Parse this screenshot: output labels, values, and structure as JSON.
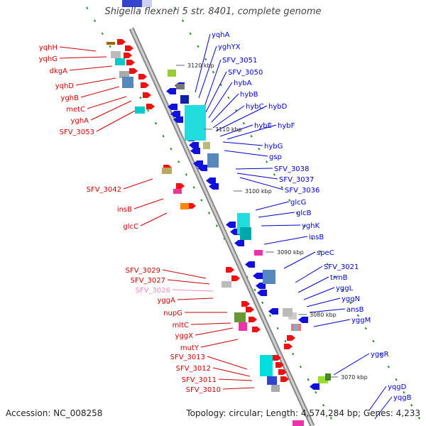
{
  "title": "Shigella flexneri 5 str. 8401, complete genome",
  "footer": {
    "accession": "Accession: NC_008258",
    "summary": "Topology: circular; Length: 4,574,284 bp; Genes: 4,233"
  },
  "colors": {
    "left_label": "#cc0000",
    "right_label": "#0000cc",
    "pseudo_label": "#ee88bb",
    "backbone": "#999999"
  },
  "scale_labels": [
    "3120 kbp",
    "3110 kbp",
    "3100 kbp",
    "3090 kbp",
    "3080 kbp",
    "3070 kbp"
  ],
  "left_labels": [
    "yqhH",
    "yqhG",
    "dkgA",
    "yqhD",
    "yghB",
    "metC",
    "yghA",
    "SFV_3053",
    "SFV_3042",
    "insB",
    "glcC",
    "SFV_3029",
    "SFV_3027",
    "SFV_3026",
    "yggA",
    "nupG",
    "mltC",
    "yggX",
    "mutY",
    "SFV_3013",
    "SFV_3012",
    "SFV_3011",
    "SFV_3010"
  ],
  "right_labels": [
    "yqhA",
    "yghYX",
    "SFV_3051",
    "SFV_3050",
    "hybA",
    "hybB",
    "hybC",
    "hybD",
    "hybE",
    "hybF",
    "hybG",
    "gsp",
    "SFV_3038",
    "SFV_3037",
    "SFV_3036",
    "glcG",
    "glcB",
    "yghK",
    "insB",
    "speC",
    "SFV_3021",
    "trmB",
    "yggL",
    "yggN",
    "ansB",
    "yggM",
    "yggR",
    "yqgD",
    "yqgB"
  ]
}
